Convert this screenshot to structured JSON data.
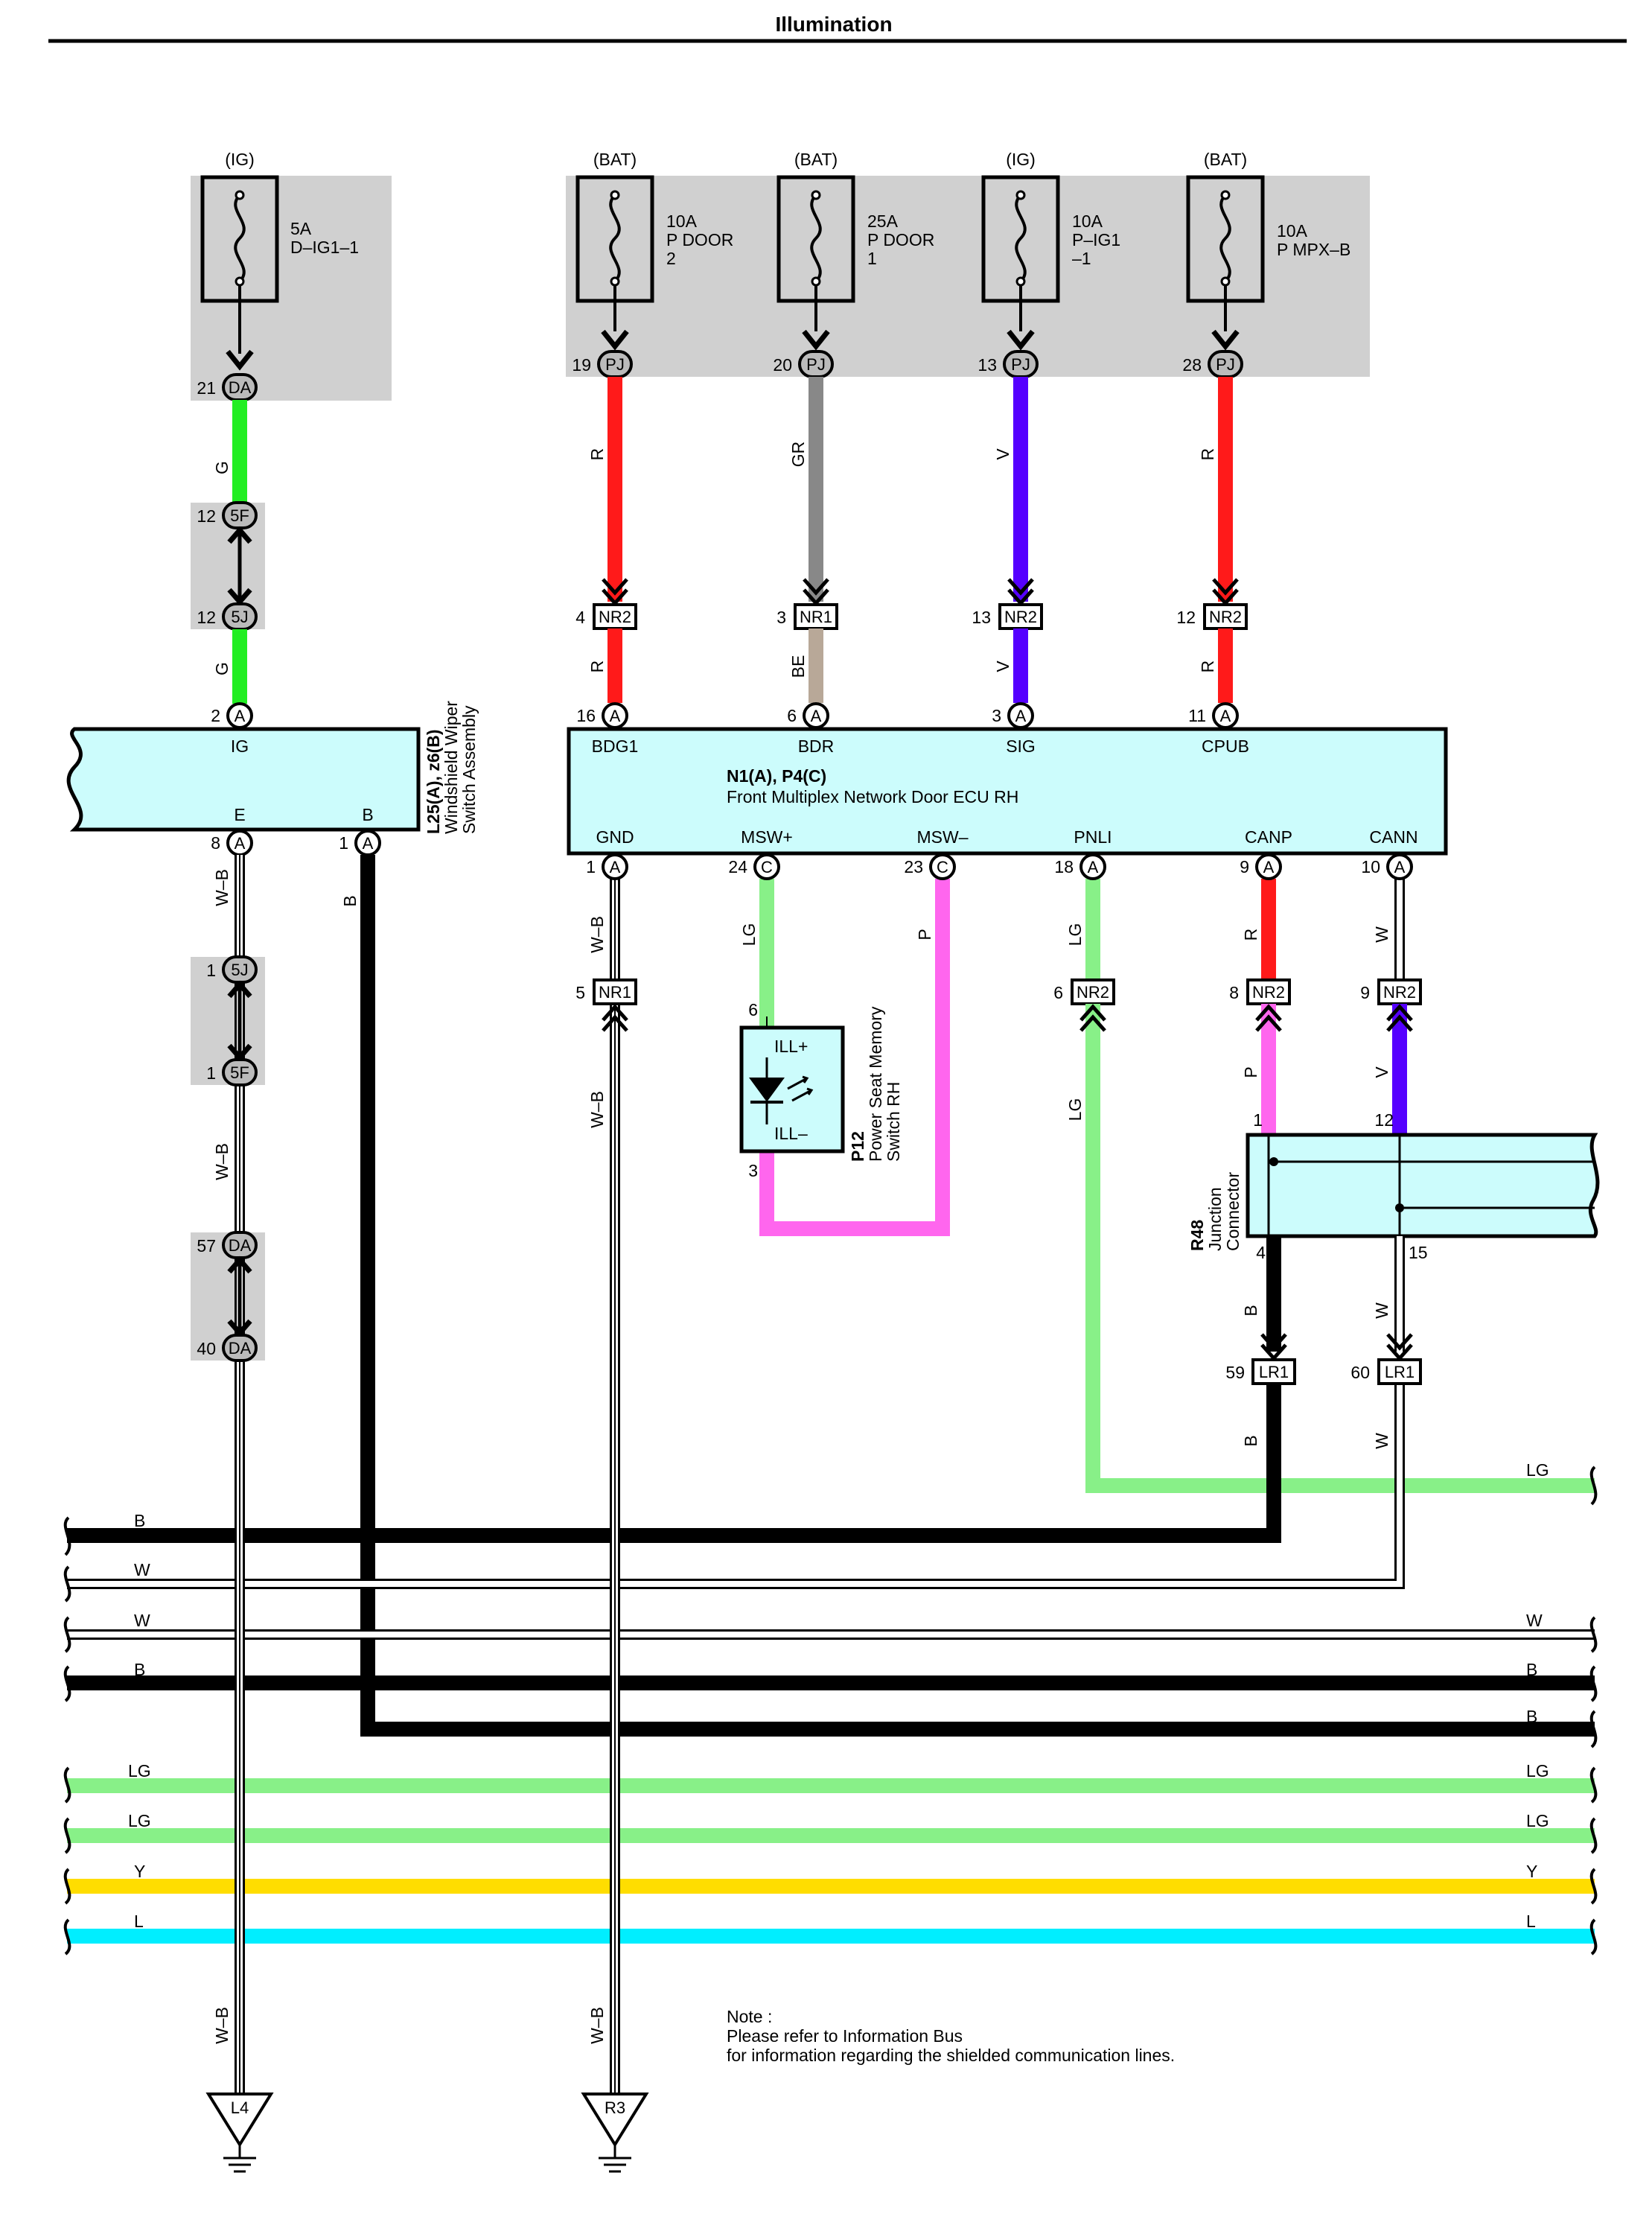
{
  "title": "Illumination",
  "fuses": [
    {
      "supply": "(IG)",
      "amps": "5A",
      "line1": "D–IG1–1",
      "line2": "",
      "line3": "",
      "conn_pin": "21",
      "conn": "DA"
    },
    {
      "supply": "(BAT)",
      "amps": "10A",
      "line1": "P DOOR",
      "line2": "2",
      "line3": "",
      "conn_pin": "19",
      "conn": "PJ"
    },
    {
      "supply": "(BAT)",
      "amps": "25A",
      "line1": "P DOOR",
      "line2": "1",
      "line3": "",
      "conn_pin": "20",
      "conn": "PJ"
    },
    {
      "supply": "(IG)",
      "amps": "10A",
      "line1": "P–IG1",
      "line2": "–1",
      "line3": "",
      "conn_pin": "13",
      "conn": "PJ"
    },
    {
      "supply": "(BAT)",
      "amps": "10A",
      "line1": "P MPX–B",
      "line2": "",
      "line3": "",
      "conn_pin": "28",
      "conn": "PJ"
    }
  ],
  "wiper": {
    "name_bold": "L25(A), z6(B)",
    "name_line1": "Windshield Wiper",
    "name_line2": "Switch Assembly",
    "pin_ig": "IG",
    "pin_e": "E",
    "pin_b": "B",
    "top_pin": "2",
    "top_conn": "A",
    "e_pin": "8",
    "e_conn": "A",
    "b_pin": "1",
    "b_conn": "A"
  },
  "left_chain": {
    "wire_g": "G",
    "c1_top_pin": "12",
    "c1_top": "5F",
    "c1_bot_pin": "12",
    "c1_bot": "5J",
    "wire_wb": "W–B",
    "wire_b": "B",
    "c2_top_pin": "1",
    "c2_top": "5J",
    "c2_bot_pin": "1",
    "c2_bot": "5F",
    "c3_top_pin": "57",
    "c3_top": "DA",
    "c3_bot_pin": "40",
    "c3_bot": "DA",
    "ground": "L4"
  },
  "ecu": {
    "name_bold": "N1(A), P4(C)",
    "name_line": "Front Multiplex Network Door ECU RH",
    "top_pins": [
      {
        "label": "BDG1",
        "pin": "16",
        "conn": "A",
        "wire_top": "R",
        "wire_bot": "R",
        "nr_pin": "4",
        "nr": "NR2"
      },
      {
        "label": "BDR",
        "pin": "6",
        "conn": "A",
        "wire_top": "GR",
        "wire_bot": "BE",
        "nr_pin": "3",
        "nr": "NR1"
      },
      {
        "label": "SIG",
        "pin": "3",
        "conn": "A",
        "wire_top": "V",
        "wire_bot": "V",
        "nr_pin": "13",
        "nr": "NR2"
      },
      {
        "label": "CPUB",
        "pin": "11",
        "conn": "A",
        "wire_top": "R",
        "wire_bot": "R",
        "nr_pin": "12",
        "nr": "NR2"
      }
    ],
    "bottom_pins": [
      {
        "label": "GND",
        "pin": "1",
        "conn": "A"
      },
      {
        "label": "MSW+",
        "pin": "24",
        "conn": "C"
      },
      {
        "label": "MSW–",
        "pin": "23",
        "conn": "C"
      },
      {
        "label": "PNLI",
        "pin": "18",
        "conn": "A"
      },
      {
        "label": "CANP",
        "pin": "9",
        "conn": "A"
      },
      {
        "label": "CANN",
        "pin": "10",
        "conn": "A"
      }
    ]
  },
  "gnd_chain": {
    "wire_top": "W–B",
    "nr_pin": "5",
    "nr": "NR1",
    "wire_bot": "W–B",
    "ground": "R3"
  },
  "seat_switch": {
    "name_bold": "P12",
    "name_line1": "Power Seat Memory",
    "name_line2": "Switch RH",
    "ill_plus": "ILL+",
    "ill_minus": "ILL–",
    "pin_top": "6",
    "pin_bot": "3",
    "wire_lg": "LG",
    "wire_p": "P"
  },
  "pnli": {
    "wire_top": "LG",
    "nr_pin": "6",
    "nr": "NR2",
    "wire_bot": "LG"
  },
  "can": {
    "canp_wire_top": "R",
    "canp_nr_pin": "8",
    "canp_nr": "NR2",
    "canp_wire_bot": "P",
    "cann_wire_top": "W",
    "cann_nr_pin": "9",
    "cann_nr": "NR2",
    "cann_wire_bot": "V"
  },
  "junction": {
    "name_bold": "R48",
    "name_line1": "Junction",
    "name_line2": "Connector",
    "pin_1": "1",
    "pin_12": "12",
    "pin_4": "4",
    "pin_15": "15",
    "wire_b": "B",
    "wire_w": "W",
    "lr_b_pin": "59",
    "lr_b": "LR1",
    "lr_w_pin": "60",
    "lr_w": "LR1",
    "out_b": "B",
    "out_w": "W"
  },
  "buses": [
    {
      "color": "LG",
      "left": "",
      "right": "LG"
    },
    {
      "color": "B",
      "left": "B",
      "right": ""
    },
    {
      "color": "W",
      "left": "W",
      "right": ""
    },
    {
      "color": "W",
      "left": "W",
      "right": "W"
    },
    {
      "color": "B",
      "left": "B",
      "right": "B"
    },
    {
      "color": "B",
      "left": "",
      "right": "B"
    },
    {
      "color": "LG",
      "left": "LG",
      "right": "LG"
    },
    {
      "color": "LG",
      "left": "LG",
      "right": "LG"
    },
    {
      "color": "Y",
      "left": "Y",
      "right": "Y"
    },
    {
      "color": "L",
      "left": "L",
      "right": "L"
    }
  ],
  "note": {
    "line1": "Note :",
    "line2": "Please refer to Information Bus",
    "line3": "for information regarding the shielded communication lines."
  },
  "colors": {
    "R": "#ff1a1a",
    "GR": "#888888",
    "V": "#5500ff",
    "G": "#22ee22",
    "LG": "#88f088",
    "BE": "#b8a898",
    "P": "#ff66ee",
    "Y": "#ffdd00",
    "L": "#00eeff",
    "B": "#000000",
    "W": "#ffffff",
    "ecu_fill": "#ccfcfc",
    "box_gray": "#d0d0d0"
  }
}
